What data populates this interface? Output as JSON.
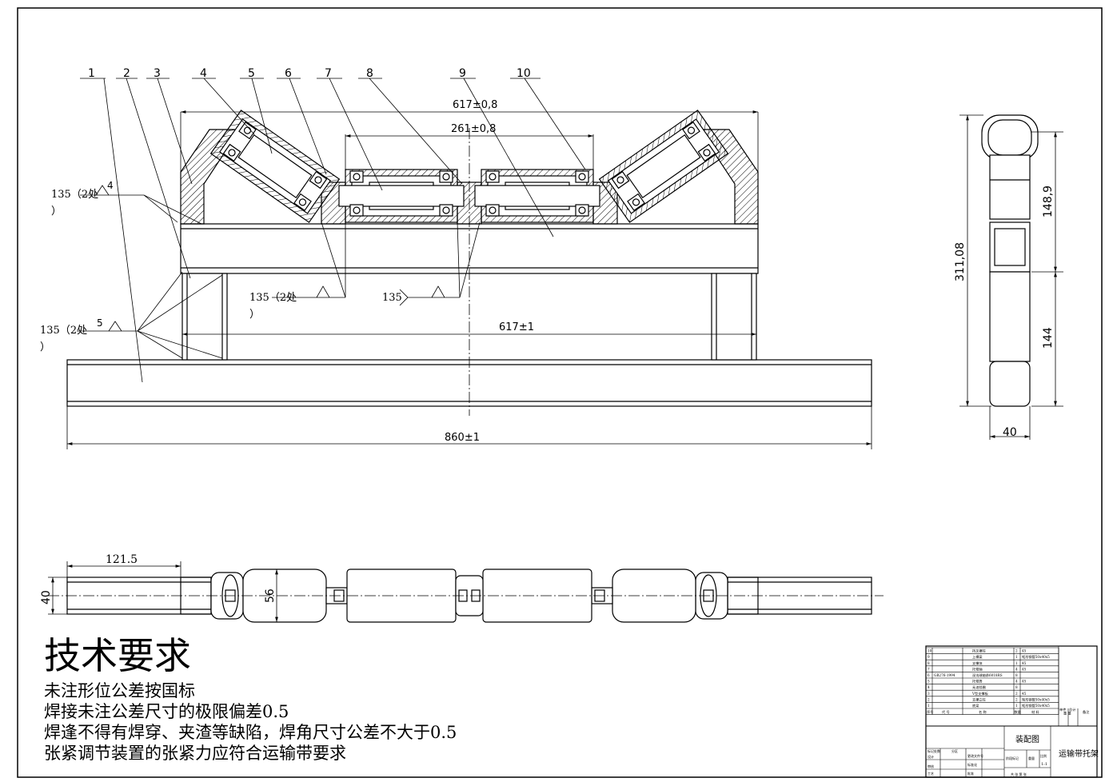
{
  "balloons": [
    "1",
    "2",
    "3",
    "4",
    "5",
    "6",
    "7",
    "8",
    "9",
    "10"
  ],
  "front_view": {
    "dim_top_outer": "617±0,8",
    "dim_top_inner": "261±0,8",
    "dim_middle": "617±1",
    "dim_bottom": "860±1",
    "weld_notes": [
      {
        "prefix": "135（2处",
        "size": "4",
        "close": "）"
      },
      {
        "prefix": "135（2处",
        "size": "5",
        "close": "）"
      },
      {
        "prefix": "135（2处",
        "size": "",
        "close": "）"
      },
      {
        "prefix": "135",
        "size": "",
        "close": ""
      }
    ]
  },
  "side_view": {
    "dim_total_height": "311,08",
    "dim_upper": "148,9",
    "dim_lower": "144",
    "dim_width": "40"
  },
  "top_view": {
    "dim_end_length": "121.5",
    "dim_tube": "40",
    "dim_roller": "56"
  },
  "technical_requirements": {
    "title": "技术要求",
    "items": [
      "未注形位公差按国标",
      "焊接未注公差尺寸的极限偏差0.5",
      "焊逢不得有焊穿、夹渣等缺陷，焊角尺寸公差不大于0.5",
      "张紧调节装置的张紧力应符合运输带要求"
    ]
  },
  "title_block": {
    "drawing_type": "装配图",
    "drawing_name": "运输带托架",
    "scale": "1:1",
    "bom": [
      {
        "no": "10",
        "code": "",
        "name": "挡叉撑柱",
        "qty": "2",
        "material": "45"
      },
      {
        "no": "9",
        "code": "",
        "name": "上横梁",
        "qty": "1",
        "material": "矩形钢管50x40x5"
      },
      {
        "no": "8",
        "code": "",
        "name": "支撑块",
        "qty": "1",
        "material": "45"
      },
      {
        "no": "7",
        "code": "",
        "name": "托辊轴",
        "qty": "4",
        "material": "45"
      },
      {
        "no": "6",
        "code": "GB276-1994",
        "name": "深沟球轴承6018RS",
        "qty": "8",
        "material": ""
      },
      {
        "no": "5",
        "code": "",
        "name": "托辊筒",
        "qty": "4",
        "material": "45"
      },
      {
        "no": "4",
        "code": "",
        "name": "无油挡圈",
        "qty": "8",
        "material": ""
      },
      {
        "no": "3",
        "code": "",
        "name": "V型支撑板",
        "qty": "2",
        "material": "45"
      },
      {
        "no": "2",
        "code": "",
        "name": "支撑立柱",
        "qty": "2",
        "material": "矩形钢管50x40x5"
      },
      {
        "no": "1",
        "code": "",
        "name": "底梁",
        "qty": "1",
        "material": "矩形钢管50x40x5"
      }
    ],
    "header": {
      "no": "序号",
      "code": "代 号",
      "name": "名 称",
      "qty": "数量",
      "material": "材 料",
      "unit_weight": "单件",
      "total_weight": "总计",
      "weight": "重 量",
      "remark": "备注"
    },
    "labels": {
      "mark": "标记",
      "count": "处数",
      "zone": "分区",
      "change_doc": "更改文件号",
      "sign": "签名",
      "date": "年月日",
      "design": "设计",
      "standardize": "标准化",
      "stage_mark": "阶段标记",
      "weight": "重量",
      "scale_label": "比例",
      "check": "审核",
      "process": "工艺",
      "approve": "批准",
      "sheets": "共 张 第 张"
    }
  }
}
